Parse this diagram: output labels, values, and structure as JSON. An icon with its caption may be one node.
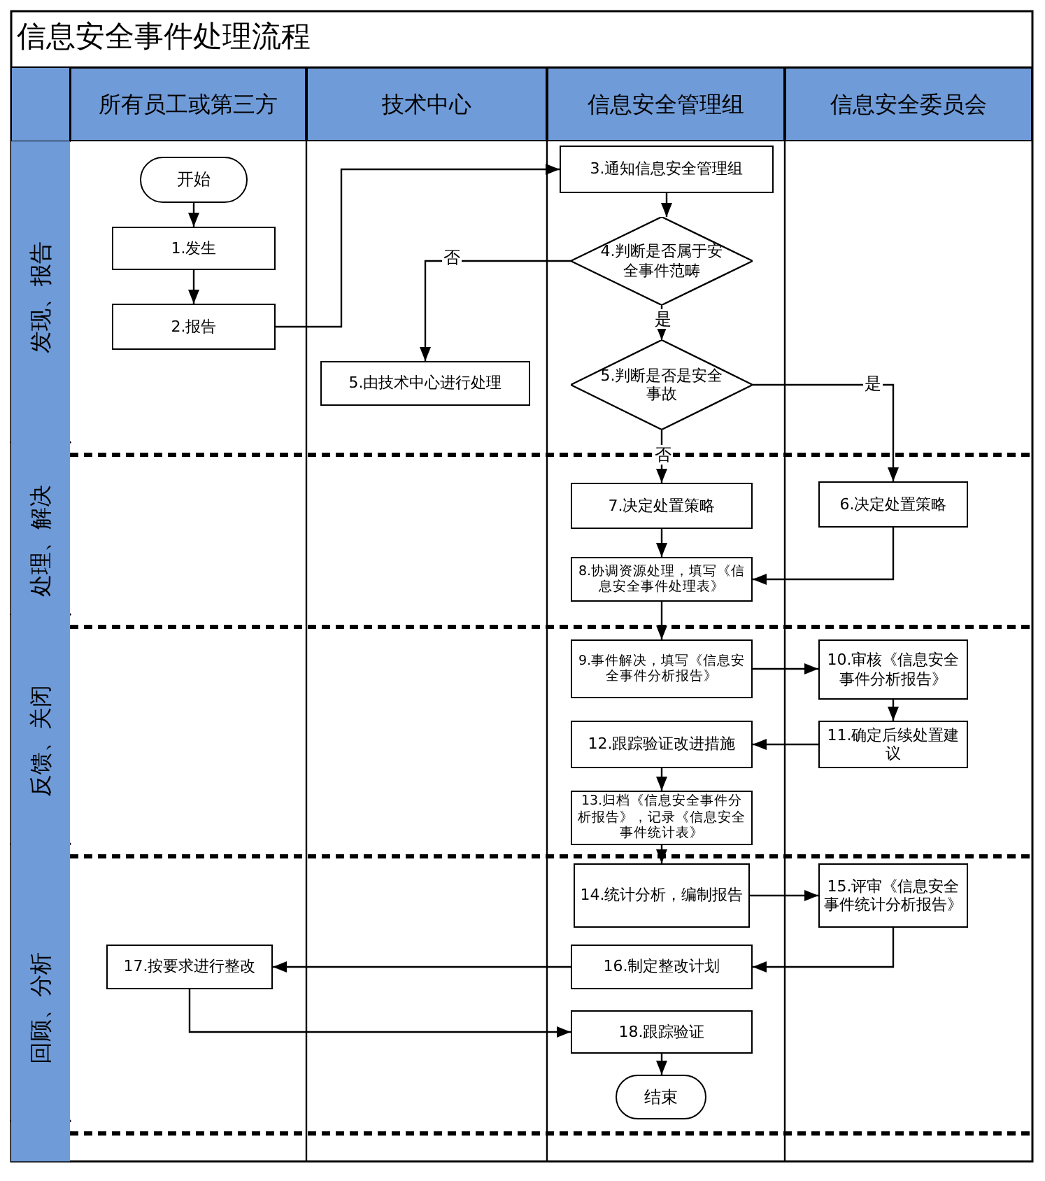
{
  "diagram": {
    "title": "信息安全事件处理流程",
    "nodes": [
      {
        "text": [
          "所有员工或第三方"
        ]
      },
      {
        "text": [
          "技术中心"
        ]
      },
      {
        "text": [
          "信息安全管理组"
        ]
      },
      {
        "text": [
          "信息安全委员会"
        ]
      },
      {
        "text": [
          "发现、报告"
        ]
      },
      {
        "text": [
          "处理、解决"
        ]
      },
      {
        "text": [
          "反馈、关闭"
        ]
      },
      {
        "text": [
          "回顾、分析"
        ]
      },
      {
        "text": [
          "开始"
        ]
      },
      {
        "text": [
          "1.发生"
        ]
      },
      {
        "text": [
          "2.报告"
        ]
      },
      {
        "text": [
          "3.通知信息安全管理组"
        ]
      },
      {
        "text": [
          "4.判断是否属于安全事件范畴"
        ]
      },
      {
        "text": [
          "5.由技术中心进行处理"
        ]
      },
      {
        "text": [
          "5.判断是否是安全事故"
        ]
      },
      {
        "text": [
          "6.决定处置策略"
        ]
      },
      {
        "text": [
          "7.决定处置策略"
        ]
      },
      {
        "text": [
          "8.协调资源处理，填写《信息安全事件处理表》"
        ]
      },
      {
        "text": [
          "9.事件解决，填写《信息安全事件分析报告》"
        ]
      },
      {
        "text": [
          "10.审核《信息安全事件分析报告》"
        ]
      },
      {
        "text": [
          "11.确定后续处置建议"
        ]
      },
      {
        "text": [
          "12.跟踪验证改进措施"
        ]
      },
      {
        "text": [
          "13.归档《信息安全事件分析报告》，记录《信息安全事件统计表》"
        ]
      },
      {
        "text": [
          "14.统计分析，编制报告"
        ]
      },
      {
        "text": [
          "15.评审《信息安全事件统计分析报告》"
        ]
      },
      {
        "text": [
          "16.制定整改计划"
        ]
      },
      {
        "text": [
          "17.按要求进行整改"
        ]
      },
      {
        "text": [
          "18.跟踪验证"
        ]
      },
      {
        "text": [
          "结束"
        ]
      }
    ],
    "edges": [
      {
        "from": 8,
        "to": 9,
        "arrow": "to"
      },
      {
        "from": 9,
        "to": 10,
        "arrow": "to"
      },
      {
        "from": 10,
        "to": 11,
        "arrow": "to"
      },
      {
        "from": 11,
        "to": 12,
        "arrow": "to"
      },
      {
        "from": 12,
        "to": 13,
        "arrow": "to",
        "label": "否"
      },
      {
        "from": 12,
        "to": 14,
        "arrow": "to",
        "label": "是"
      },
      {
        "from": 14,
        "to": 16,
        "arrow": "to",
        "label": "否"
      },
      {
        "from": 14,
        "to": 15,
        "arrow": "to",
        "label": "是"
      },
      {
        "from": 15,
        "to": 17,
        "arrow": "to"
      },
      {
        "from": 16,
        "to": 17,
        "arrow": "to"
      },
      {
        "from": 17,
        "to": 18,
        "arrow": "to"
      },
      {
        "from": 18,
        "to": 19,
        "arrow": "to"
      },
      {
        "from": 19,
        "to": 20,
        "arrow": "to"
      },
      {
        "from": 20,
        "to": 21,
        "arrow": "to"
      },
      {
        "from": 21,
        "to": 22,
        "arrow": "to"
      },
      {
        "from": 22,
        "to": 23,
        "arrow": "to"
      },
      {
        "from": 23,
        "to": 24,
        "arrow": "to"
      },
      {
        "from": 24,
        "to": 25,
        "arrow": "to"
      },
      {
        "from": 25,
        "to": 26,
        "arrow": "to"
      },
      {
        "from": 26,
        "to": 27,
        "arrow": "to"
      },
      {
        "from": 27,
        "to": 28,
        "arrow": "to"
      }
    ]
  }
}
